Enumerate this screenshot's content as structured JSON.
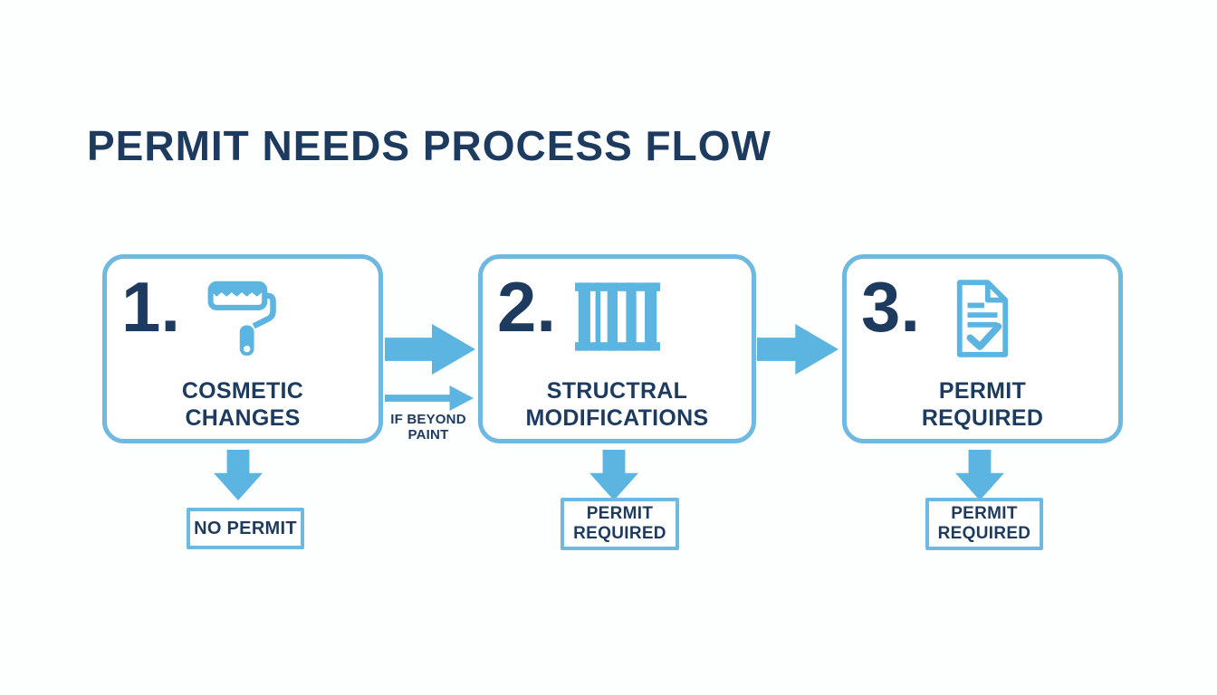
{
  "colors": {
    "background": "#fdfefe",
    "accent_blue": "#5cb4e0",
    "border_blue": "#6fb9e0",
    "navy_text": "#1d3a5f"
  },
  "title": "PERMIT NEEDS PROCESS FLOW",
  "steps": [
    {
      "number": "1.",
      "icon": "paint-roller-icon",
      "label_line1": "COSMETIC",
      "label_line2": "CHANGES"
    },
    {
      "number": "2.",
      "icon": "fence-icon",
      "label_line1": "STRUCTRAL",
      "label_line2": "MODIFICATIONS"
    },
    {
      "number": "3.",
      "icon": "document-check-icon",
      "label_line1": "PERMIT",
      "label_line2": "REQUIRED"
    }
  ],
  "connector_label": {
    "line1": "IF BEYOND",
    "line2": "PAINT"
  },
  "outcomes": [
    {
      "line1": "NO PERMIT"
    },
    {
      "line1": "PERMIT",
      "line2": "REQUIRED"
    },
    {
      "line1": "PERMIT",
      "line2": "REQUIRED"
    }
  ]
}
